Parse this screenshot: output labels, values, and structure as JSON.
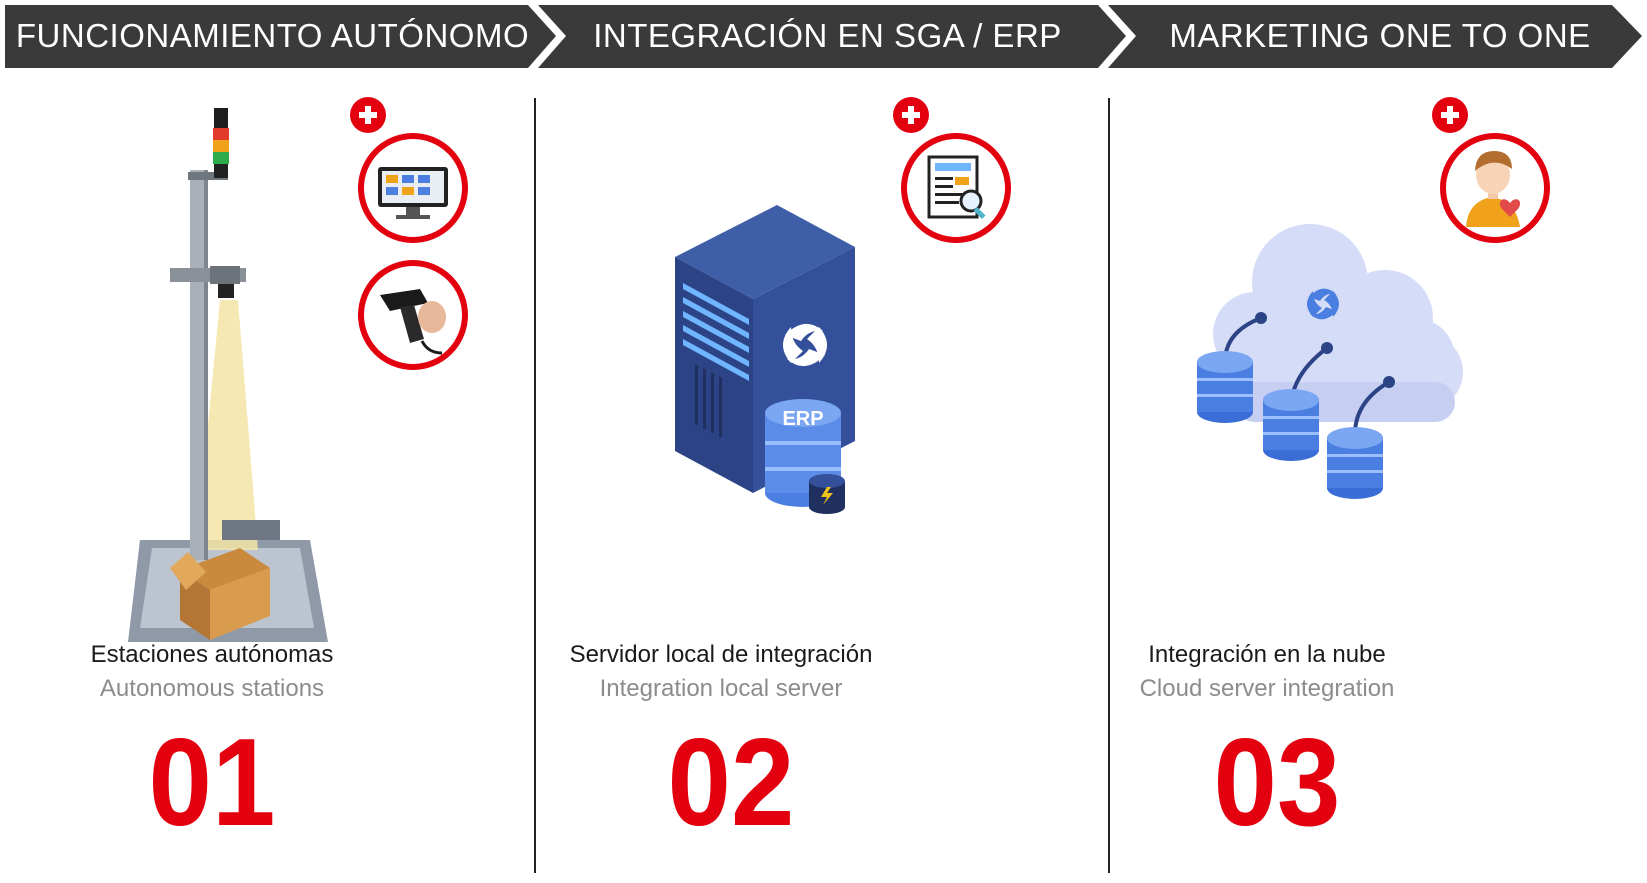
{
  "header": {
    "steps": [
      {
        "label": "FUNCIONAMIENTO AUTÓNOMO"
      },
      {
        "label": "INTEGRACIÓN EN SGA / ERP"
      },
      {
        "label": "MARKETING ONE TO ONE"
      }
    ]
  },
  "columns": [
    {
      "title": "Estaciones autónomas",
      "subtitle": "Autonomous stations",
      "number": "01",
      "illustration": "measuring-station-icon",
      "addons": [
        "monitor-icon",
        "barcode-scanner-icon"
      ]
    },
    {
      "title": "Servidor local de integración",
      "subtitle": "Integration local server",
      "number": "02",
      "illustration": "server-icon",
      "badge": "ERP",
      "addons": [
        "document-search-icon"
      ]
    },
    {
      "title": "Integración en la nube",
      "subtitle": "Cloud server integration",
      "number": "03",
      "illustration": "cloud-database-icon",
      "addons": [
        "customer-heart-icon"
      ]
    }
  ],
  "colors": {
    "header_bg": "#3a3a3a",
    "accent_red": "#e3000f",
    "server_blue": "#2f4a8c",
    "db_blue": "#4a7ee0",
    "cloud_lilac": "#d5dcf7"
  }
}
